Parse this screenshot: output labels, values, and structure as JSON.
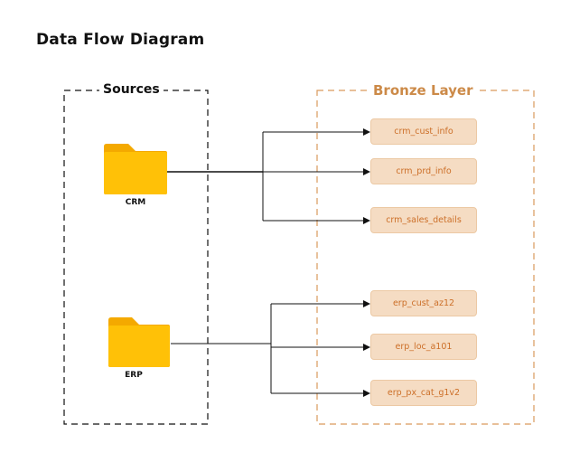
{
  "title": "Data Flow Diagram",
  "groups": {
    "sources": {
      "label": "Sources"
    },
    "bronze": {
      "label": "Bronze Layer"
    }
  },
  "sources": [
    {
      "name": "CRM",
      "icon": "folder-icon"
    },
    {
      "name": "ERP",
      "icon": "folder-icon"
    }
  ],
  "tables": [
    {
      "name": "crm_cust_info",
      "source": "CRM"
    },
    {
      "name": "crm_prd_info",
      "source": "CRM"
    },
    {
      "name": "crm_sales_details",
      "source": "CRM"
    },
    {
      "name": "erp_cust_az12",
      "source": "ERP"
    },
    {
      "name": "erp_loc_a101",
      "source": "ERP"
    },
    {
      "name": "erp_px_cat_g1v2",
      "source": "ERP"
    }
  ],
  "colors": {
    "folder": "#ffc107",
    "folder_dark": "#f4a900",
    "bronze_border": "#d99a5c",
    "bronze_text": "#cc8a48",
    "table_fill": "#f5dcc3",
    "table_text": "#cc6f28"
  }
}
